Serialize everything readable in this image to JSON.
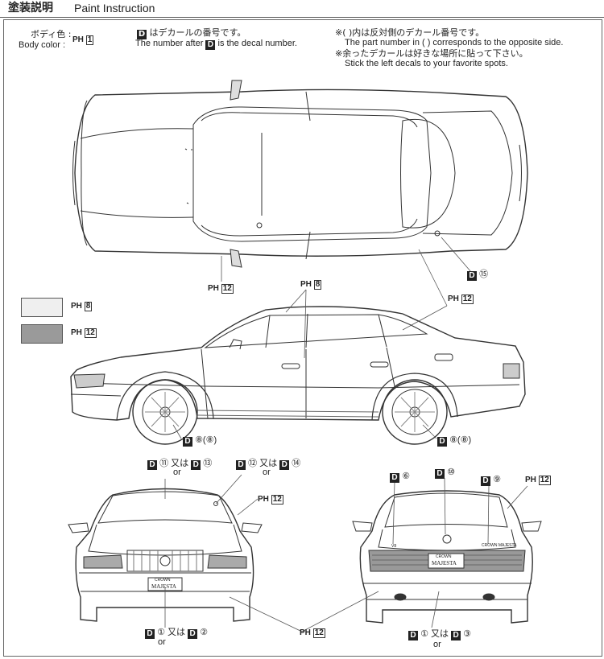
{
  "header": {
    "title_jp": "塗装説明",
    "title_en": "Paint Instruction"
  },
  "body_color": {
    "label_jp": "ボディ色 :",
    "label_en": "Body color :",
    "code": "PH",
    "number": "1"
  },
  "decal_note": {
    "line_jp": "はデカールの番号です。",
    "line_en_pre": "The number after",
    "line_en_post": "is the decal number.",
    "letter": "D"
  },
  "notes": {
    "line1_jp": "※(      )内は反対側のデカール番号です。",
    "line1_en": "The part number in (      ) corresponds to the opposite side.",
    "line2_jp": "※余ったデカールは好きな場所に貼って下さい。",
    "line2_en": "Stick the left decals to your favorite spots."
  },
  "legend": [
    {
      "code": "PH",
      "number": "8",
      "color": "#efefef"
    },
    {
      "code": "PH",
      "number": "12",
      "color": "#9a9a9a"
    }
  ],
  "callouts": {
    "top_ph12": {
      "code": "PH",
      "number": "12"
    },
    "top_d15": {
      "letter": "D",
      "number": "⑮"
    },
    "side_ph8": {
      "code": "PH",
      "number": "8"
    },
    "side_ph12": {
      "code": "PH",
      "number": "12"
    },
    "side_d8_front": {
      "letter": "D",
      "text": "⑧(⑧)"
    },
    "side_d8_rear": {
      "letter": "D",
      "text": "⑧(⑧)"
    },
    "front_d11": {
      "letter": "D",
      "a": "⑪",
      "or_jp": "又は",
      "or_en": "or",
      "b": "⑬"
    },
    "front_d12": {
      "letter": "D",
      "a": "⑫",
      "or_jp": "又は",
      "or_en": "or",
      "b": "⑭"
    },
    "front_ph12": {
      "code": "PH",
      "number": "12"
    },
    "front_d1": {
      "letter": "D",
      "a": "①",
      "or_jp": "又は",
      "or_en": "or",
      "b": "②"
    },
    "rear_d6": {
      "letter": "D",
      "text": "⑥"
    },
    "rear_d10": {
      "letter": "D",
      "text": "⑩"
    },
    "rear_d9": {
      "letter": "D",
      "text": "⑨"
    },
    "rear_ph12": {
      "code": "PH",
      "number": "12"
    },
    "bottom_ph12": {
      "code": "PH",
      "number": "12"
    },
    "rear_d1": {
      "letter": "D",
      "a": "①",
      "or_jp": "又は",
      "or_en": "or",
      "b": "③"
    }
  },
  "plates": {
    "front_small": "CROWN",
    "front_big": "MAJESTA",
    "rear_small": "CROWN",
    "rear_big": "MAJESTA",
    "rear_badge": "CROWN MAJESTA",
    "rear_v8": "V8"
  }
}
